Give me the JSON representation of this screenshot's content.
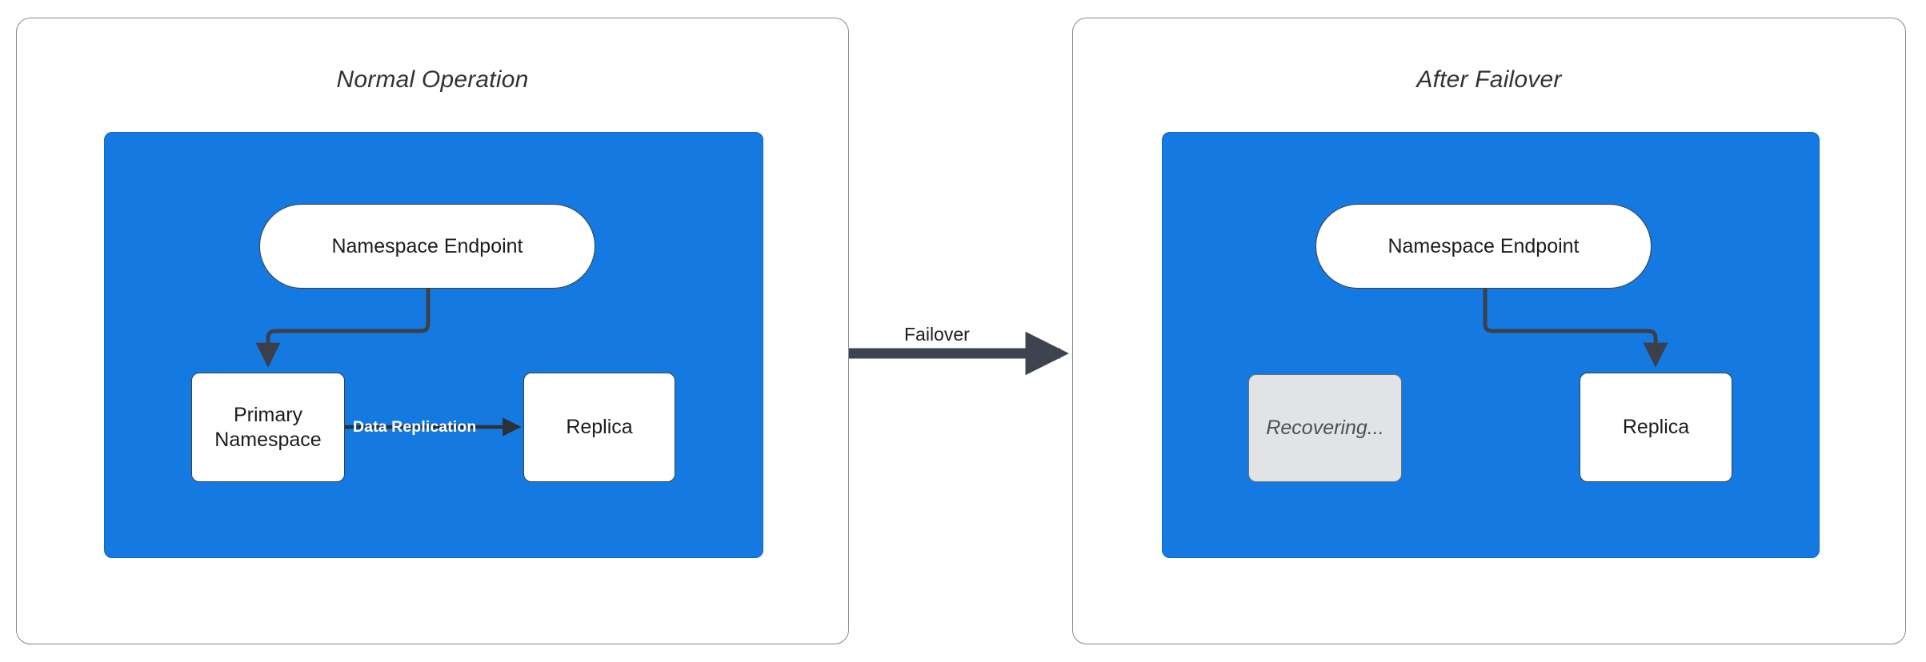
{
  "diagram": {
    "title_left": "Normal Operation",
    "title_right": "After Failover",
    "colors": {
      "cluster_blue": "#1479e0",
      "node_white": "#ffffff",
      "node_dim_gray": "#e1e3e5",
      "stroke_dark": "#3a3f49",
      "panel_border": "#888888",
      "label_white": "#ffffff",
      "text_dark": "#1d1d1d"
    }
  },
  "panels": [
    {
      "id": "normal-operation",
      "title": "Normal Operation",
      "nodes": [
        {
          "id": "endpoint",
          "label": "Namespace Endpoint",
          "shape": "pill",
          "state": "active"
        },
        {
          "id": "primary",
          "label": "Primary\nNamespace",
          "line1": "Primary",
          "line2": "Namespace",
          "shape": "rect",
          "state": "active"
        },
        {
          "id": "replica",
          "label": "Replica",
          "shape": "rect",
          "state": "active"
        }
      ],
      "edges": [
        {
          "from": "endpoint",
          "to": "primary",
          "label": ""
        },
        {
          "from": "primary",
          "to": "replica",
          "label": "Data Replication"
        }
      ]
    },
    {
      "id": "after-failover",
      "title": "After Failover",
      "nodes": [
        {
          "id": "endpoint",
          "label": "Namespace Endpoint",
          "shape": "pill",
          "state": "active"
        },
        {
          "id": "recovering",
          "label": "Recovering...",
          "shape": "rect",
          "state": "dimmed"
        },
        {
          "id": "replica",
          "label": "Replica",
          "shape": "rect",
          "state": "active"
        }
      ],
      "edges": [
        {
          "from": "endpoint",
          "to": "replica",
          "label": ""
        }
      ]
    }
  ],
  "transition": {
    "label": "Failover",
    "from_panel": "normal-operation",
    "to_panel": "after-failover"
  }
}
